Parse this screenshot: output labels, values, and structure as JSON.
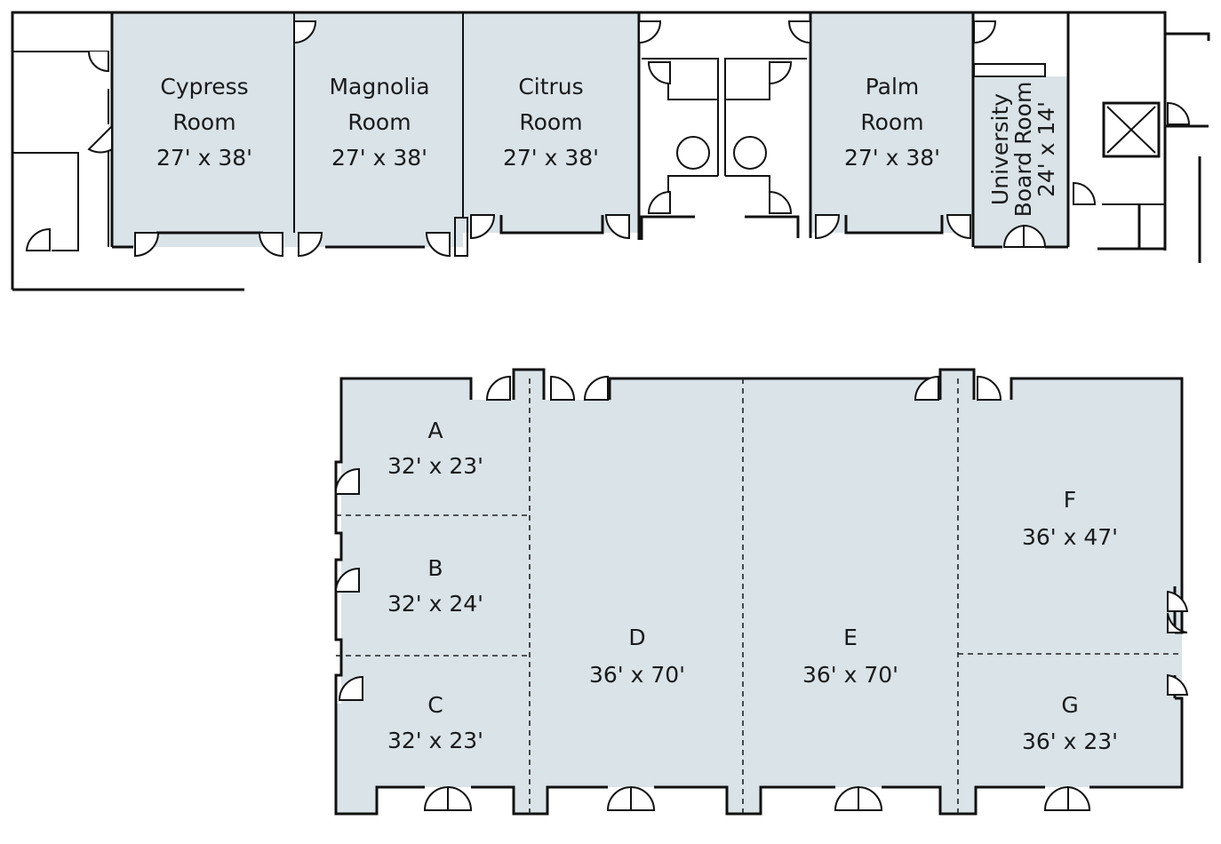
{
  "colors": {
    "room_fill": "#d9e3e8",
    "wall": "#111111",
    "background": "#ffffff"
  },
  "upper_floor": {
    "cypress": {
      "name": "Cypress",
      "type": "Room",
      "size": "27' x 38'"
    },
    "magnolia": {
      "name": "Magnolia",
      "type": "Room",
      "size": "27' x 38'"
    },
    "citrus": {
      "name": "Citrus",
      "type": "Room",
      "size": "27' x 38'"
    },
    "palm": {
      "name": "Palm",
      "type": "Room",
      "size": "27' x 38'"
    },
    "board": {
      "line1": "University",
      "line2": "Board Room",
      "size": "24' x 14'"
    }
  },
  "ballroom": {
    "a": {
      "letter": "A",
      "size": "32' x 23'"
    },
    "b": {
      "letter": "B",
      "size": "32' x 24'"
    },
    "c": {
      "letter": "C",
      "size": "32' x 23'"
    },
    "d": {
      "letter": "D",
      "size": "36' x 70'"
    },
    "e": {
      "letter": "E",
      "size": "36' x 70'"
    },
    "f": {
      "letter": "F",
      "size": "36' x 47'"
    },
    "g": {
      "letter": "G",
      "size": "36' x 23'"
    }
  }
}
